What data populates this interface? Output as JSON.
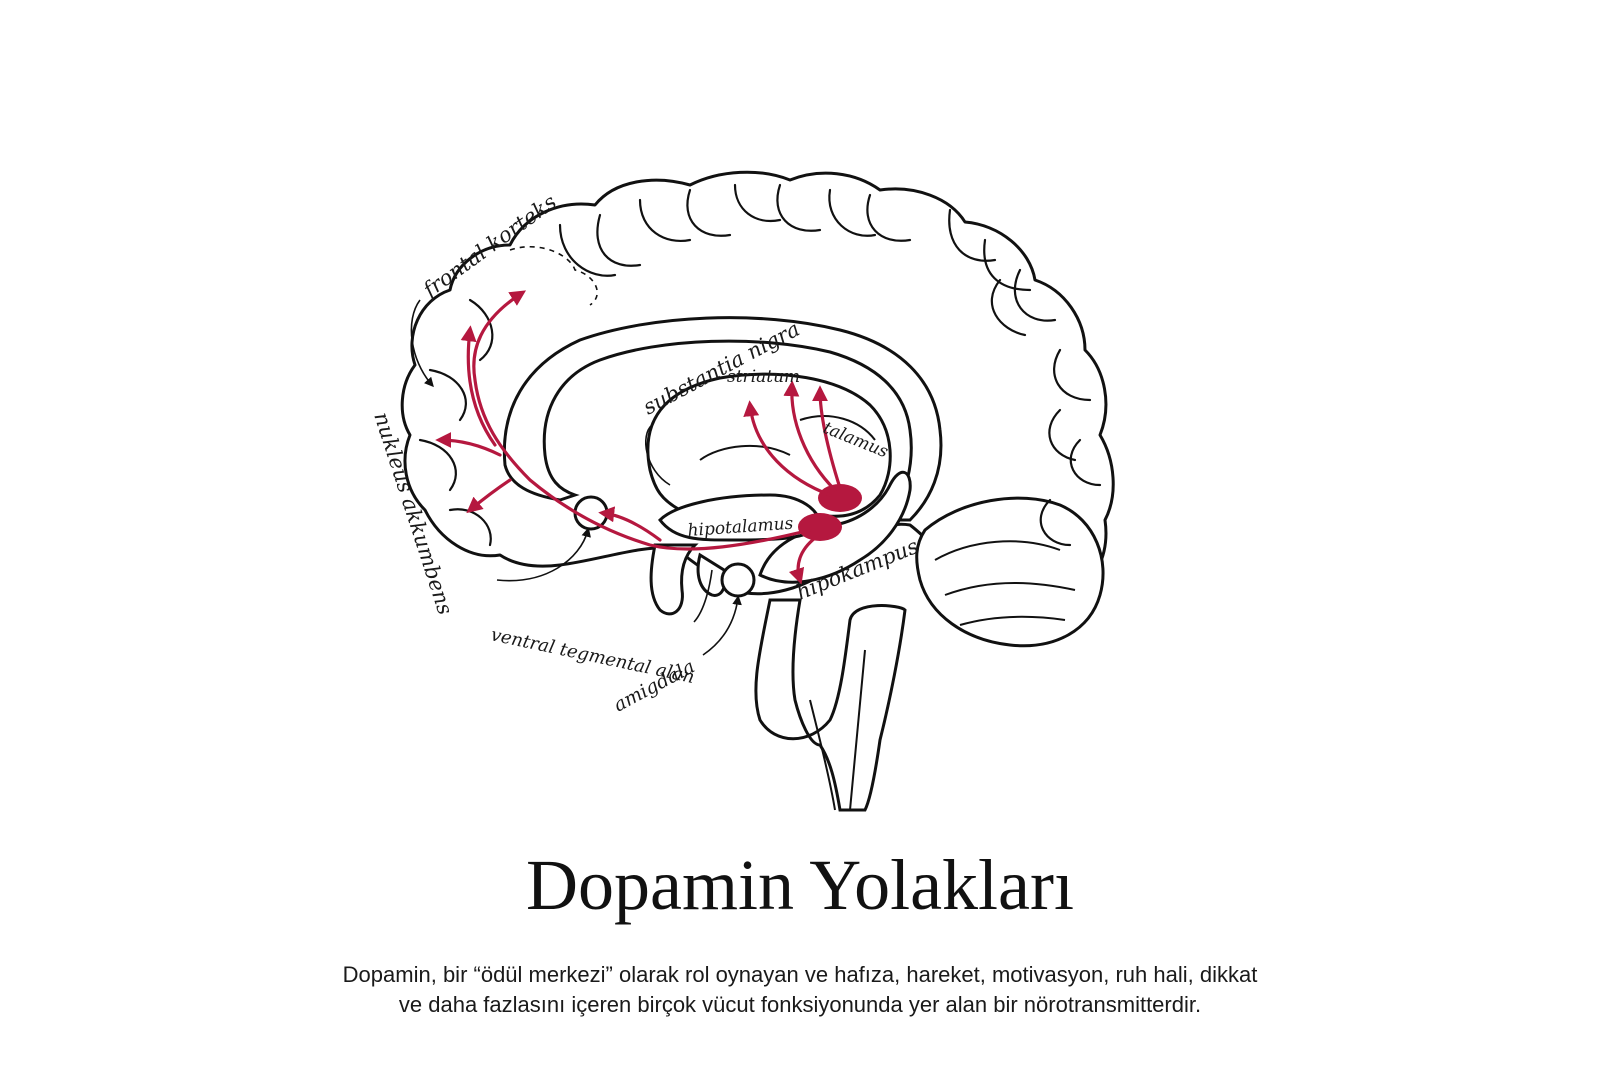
{
  "diagram": {
    "labels": {
      "frontal_korteks": "frontal korteks",
      "substantia_nigra": "substantia nigra",
      "striatum": "striatum",
      "talamus": "talamus",
      "hipotalamus": "hipotalamus",
      "hipokampus": "hipokampus",
      "nukleus_akkumbens": "nukleus akkumbens",
      "ventral_tegmental_alan": "ventral tegmental alan",
      "amigdala": "amigdala"
    },
    "colors": {
      "outline": "#111111",
      "pathway": "#b5183f",
      "background": "#ffffff"
    }
  },
  "title": "Dopamin Yolakları",
  "description": {
    "line1": "Dopamin, bir “ödül merkezi” olarak rol oynayan ve hafıza, hareket, motivasyon, ruh hali, dikkat",
    "line2": "ve daha fazlasını içeren birçok vücut fonksiyonunda yer alan bir nörotransmitterdir."
  }
}
